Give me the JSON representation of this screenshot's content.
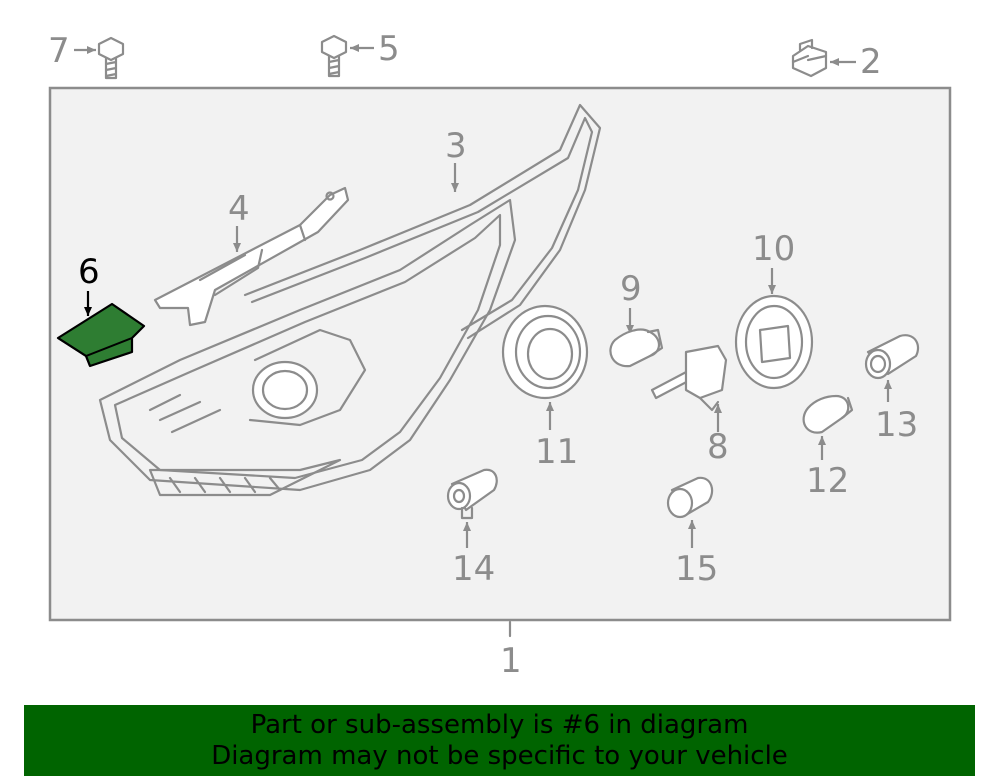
{
  "callouts": {
    "c1": "1",
    "c2": "2",
    "c3": "3",
    "c4": "4",
    "c5": "5",
    "c6": "6",
    "c7": "7",
    "c8": "8",
    "c9": "9",
    "c10": "10",
    "c11": "11",
    "c12": "12",
    "c13": "13",
    "c14": "14",
    "c15": "15"
  },
  "highlight": {
    "part_number": "6",
    "color": "#2e7d32"
  },
  "banner": {
    "line1": "Part or sub-assembly is #6 in diagram",
    "line2": "Diagram may not be specific to your vehicle",
    "background": "#006400"
  }
}
